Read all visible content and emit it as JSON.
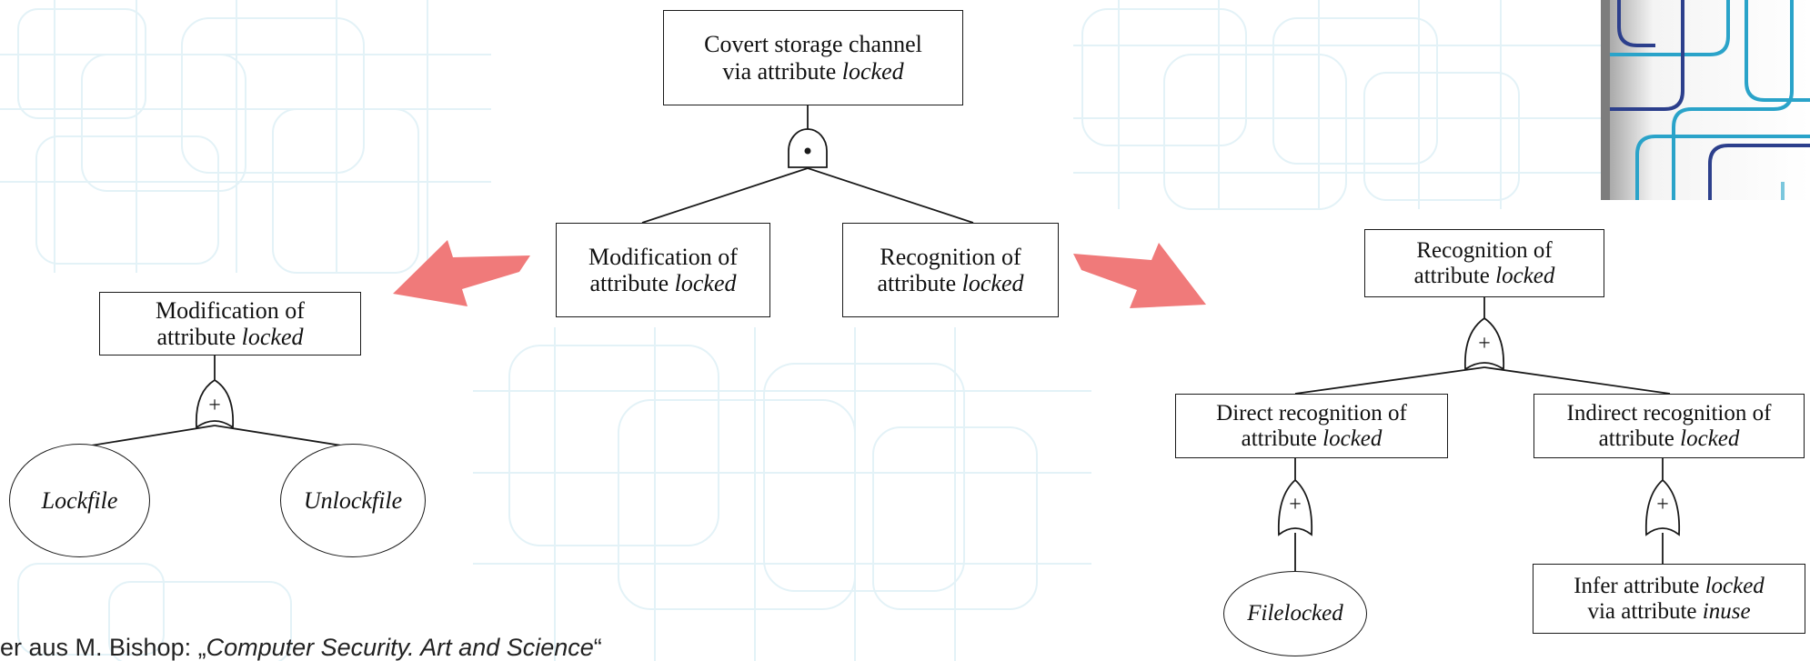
{
  "center_tree": {
    "root": {
      "text": "Covert storage channel",
      "text2_prefix": "via attribute ",
      "text2_italic": "locked"
    },
    "gate": {
      "type": "AND",
      "symbol": "•"
    },
    "left_child": {
      "text": "Modification of",
      "text2_prefix": "attribute ",
      "text2_italic": "locked"
    },
    "right_child": {
      "text": "Recognition of",
      "text2_prefix": "attribute ",
      "text2_italic": "locked"
    }
  },
  "left_tree": {
    "root": {
      "text": "Modification of",
      "text2_prefix": "attribute ",
      "text2_italic": "locked"
    },
    "gate": {
      "type": "OR",
      "symbol": "+"
    },
    "leaf_left": "Lockfile",
    "leaf_right": "Unlockfile"
  },
  "right_tree": {
    "root": {
      "text": "Recognition of",
      "text2_prefix": "attribute ",
      "text2_italic": "locked"
    },
    "gate": {
      "type": "OR",
      "symbol": "+"
    },
    "left_child": {
      "text": "Direct recognition of",
      "text2_prefix": "attribute ",
      "text2_italic": "locked"
    },
    "left_gate": {
      "type": "OR",
      "symbol": "+"
    },
    "left_leaf": "Filelocked",
    "right_child": {
      "text": "Indirect recognition of",
      "text2_prefix": "attribute ",
      "text2_italic": "locked"
    },
    "right_gate": {
      "type": "OR",
      "symbol": "+"
    },
    "right_leaf": {
      "text1_prefix": "Infer attribute ",
      "text1_italic": "locked",
      "text2_prefix": "via attribute ",
      "text2_italic": "inuse"
    }
  },
  "caption": {
    "prefix": "er aus M. Bishop: „",
    "italic": "Computer Security. Art and Science",
    "suffix": "“"
  },
  "colors": {
    "arrow": "#f07a7a",
    "line": "#1a1a1a",
    "pattern": "#d8eef5",
    "logo_blue": "#2aa3c9",
    "logo_dark": "#2c3f8c"
  }
}
